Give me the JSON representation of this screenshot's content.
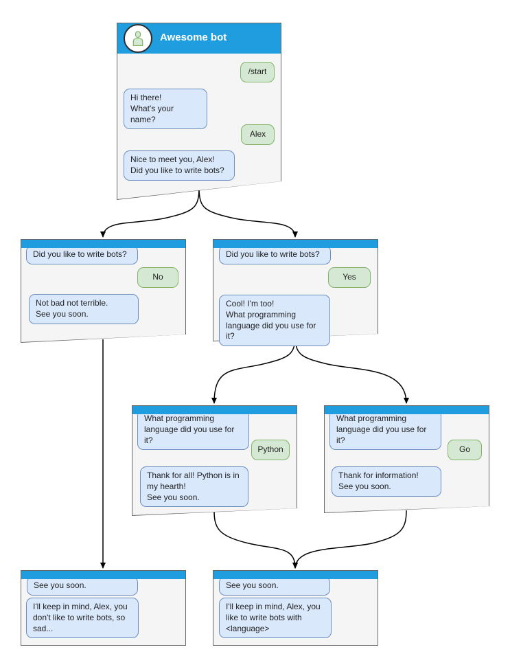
{
  "colors": {
    "titlebar_blue": "#1f9dde",
    "window_bg": "#f5f5f5",
    "window_border": "#666666",
    "bot_bubble_bg": "#dae8fc",
    "bot_bubble_border": "#6c8ebf",
    "user_bubble_bg": "#d5e8d4",
    "user_bubble_border": "#82b366",
    "edge_color": "#000000"
  },
  "windows": [
    {
      "id": "root",
      "title": "Awesome bot",
      "messages": [
        {
          "from": "user",
          "text": "/start"
        },
        {
          "from": "bot",
          "text": "Hi there!\nWhat's your name?"
        },
        {
          "from": "user",
          "text": "Alex"
        },
        {
          "from": "bot",
          "text": "Nice to meet you, Alex!\nDid you like to write bots?"
        }
      ]
    },
    {
      "id": "no-branch",
      "messages": [
        {
          "from": "bot",
          "text": "Did you like to write bots?"
        },
        {
          "from": "user",
          "text": "No"
        },
        {
          "from": "bot",
          "text": "Not bad not terrible.\nSee you soon."
        }
      ]
    },
    {
      "id": "yes-branch",
      "messages": [
        {
          "from": "bot",
          "text": "Did you like to write bots?"
        },
        {
          "from": "user",
          "text": "Yes"
        },
        {
          "from": "bot",
          "text": "Cool! I'm too!\nWhat programming\nlanguage did you use for it?"
        }
      ]
    },
    {
      "id": "python-branch",
      "messages": [
        {
          "from": "bot",
          "text": "What programming\nlanguage did you use for it?"
        },
        {
          "from": "user",
          "text": "Python"
        },
        {
          "from": "bot",
          "text": "Thank for all! Python is in\nmy hearth!\nSee you soon."
        }
      ]
    },
    {
      "id": "go-branch",
      "messages": [
        {
          "from": "bot",
          "text": "What programming\nlanguage did you use for it?"
        },
        {
          "from": "user",
          "text": "Go"
        },
        {
          "from": "bot",
          "text": "Thank for information!\nSee you soon."
        }
      ]
    },
    {
      "id": "end-negative",
      "messages": [
        {
          "from": "bot",
          "text": "See you soon."
        },
        {
          "from": "bot",
          "text": "I'll keep in mind, Alex, you\ndon't like to write bots, so\nsad..."
        }
      ]
    },
    {
      "id": "end-positive",
      "messages": [
        {
          "from": "bot",
          "text": "See you soon."
        },
        {
          "from": "bot",
          "text": "I'll keep in mind, Alex, you\nlike to write bots with\n<language>"
        }
      ]
    }
  ]
}
